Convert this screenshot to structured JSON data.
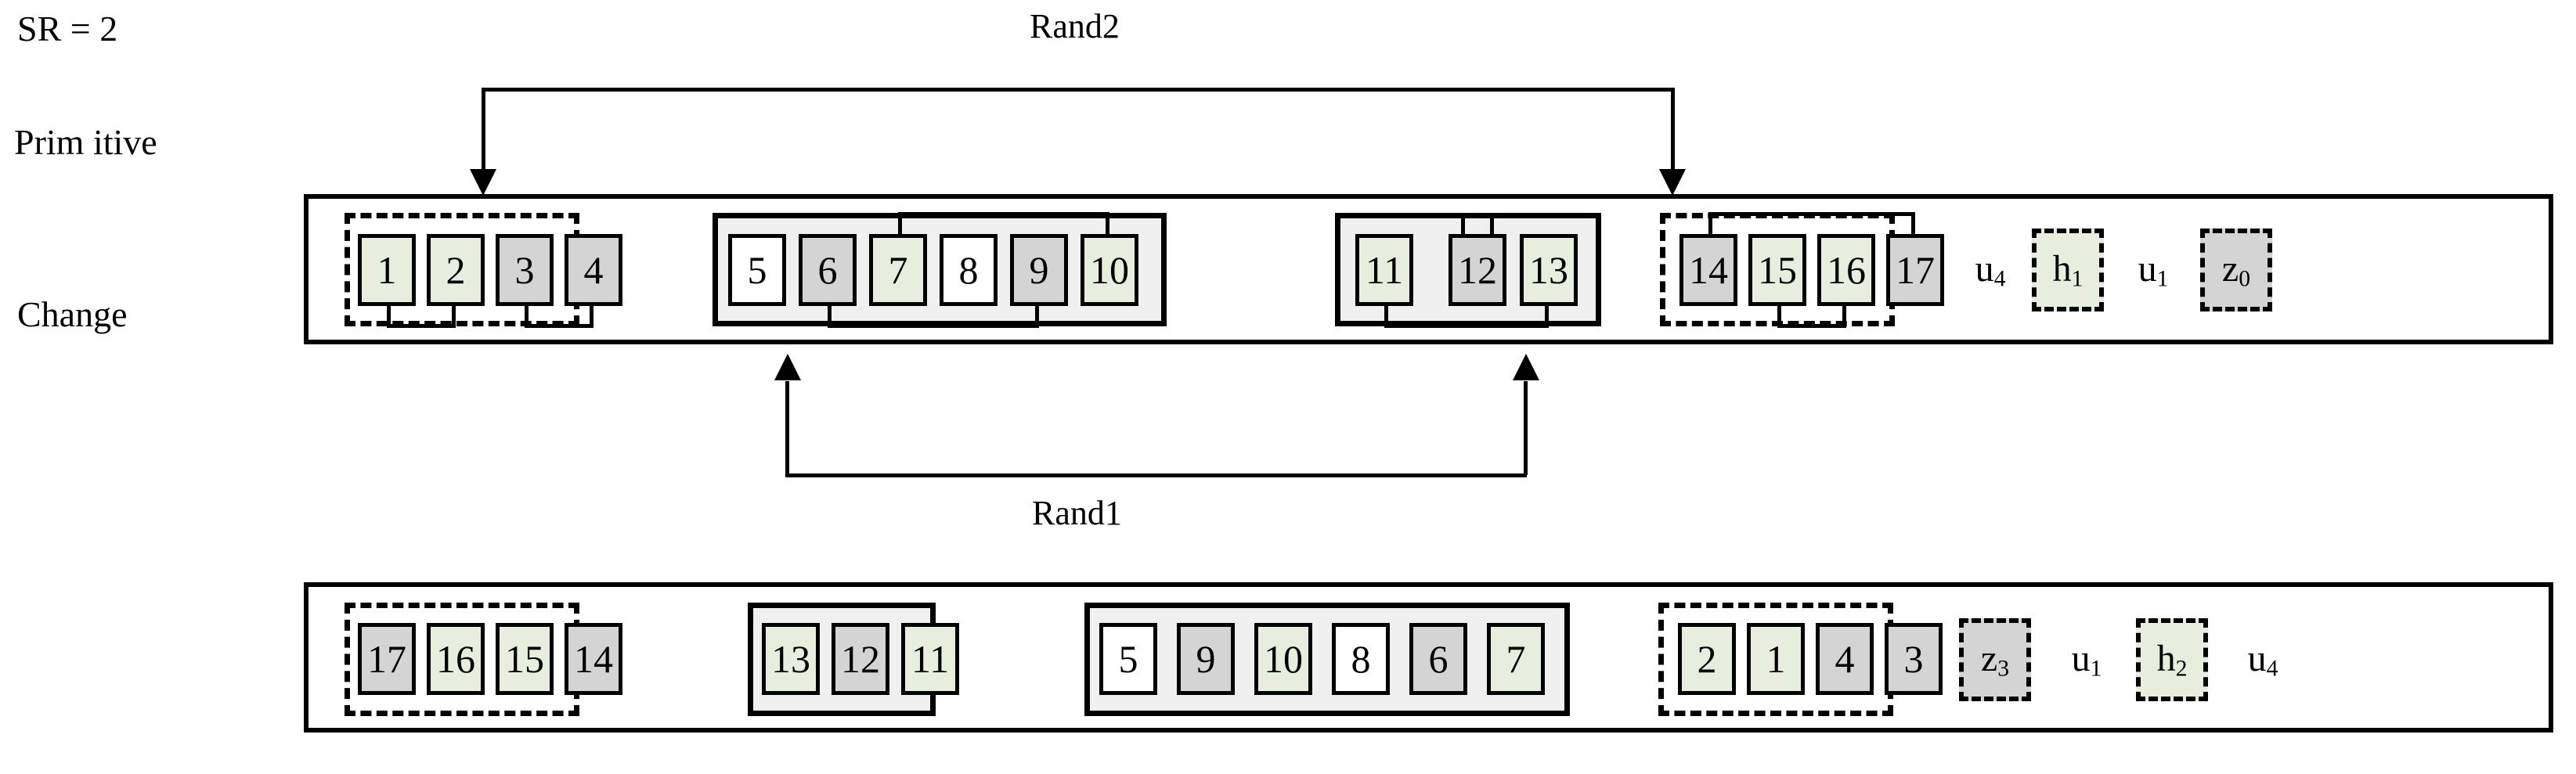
{
  "figure": {
    "sr_label": "SR = 2",
    "row_labels": {
      "primitive": "Prim itive",
      "change": "Change"
    },
    "connectors": {
      "rand2": "Rand2",
      "rand1": "Rand1"
    },
    "colors": {
      "green_fill": "#e7eedd",
      "gray_fill": "#d4d4d4",
      "white_fill": "#ffffff",
      "group_bg": "#f0f0f0",
      "stroke": "#000000"
    }
  },
  "primitive": {
    "groups": [
      {
        "id": "p-group-1",
        "border": "dashed",
        "cells": [
          {
            "label": "1",
            "fill": "green"
          },
          {
            "label": "2",
            "fill": "green"
          },
          {
            "label": "3",
            "fill": "gray"
          },
          {
            "label": "4",
            "fill": "gray"
          }
        ],
        "links_below": [
          [
            0,
            1
          ],
          [
            2,
            3
          ]
        ],
        "links_above": [],
        "self_loop": null
      },
      {
        "id": "p-group-2",
        "border": "solid",
        "cells": [
          {
            "label": "5",
            "fill": "white"
          },
          {
            "label": "6",
            "fill": "gray"
          },
          {
            "label": "7",
            "fill": "green"
          },
          {
            "label": "8",
            "fill": "white"
          },
          {
            "label": "9",
            "fill": "gray"
          },
          {
            "label": "10",
            "fill": "green"
          }
        ],
        "links_below": [
          [
            1,
            4
          ]
        ],
        "links_above": [
          [
            2,
            5
          ]
        ],
        "self_loop": null
      },
      {
        "id": "p-group-3",
        "border": "solid",
        "cells": [
          {
            "label": "11",
            "fill": "green"
          },
          {
            "label": "12",
            "fill": "gray"
          },
          {
            "label": "13",
            "fill": "green"
          }
        ],
        "links_below": [
          [
            0,
            2
          ]
        ],
        "links_above": [],
        "self_loop": 1
      },
      {
        "id": "p-group-4",
        "border": "dashed",
        "cells": [
          {
            "label": "14",
            "fill": "gray"
          },
          {
            "label": "15",
            "fill": "green"
          },
          {
            "label": "16",
            "fill": "green"
          },
          {
            "label": "17",
            "fill": "gray"
          }
        ],
        "links_below": [
          [
            1,
            2
          ]
        ],
        "links_above": [
          [
            0,
            3
          ]
        ],
        "self_loop": null
      }
    ],
    "tail": [
      {
        "kind": "plain",
        "base": "u",
        "sub": "4"
      },
      {
        "kind": "boxed",
        "base": "h",
        "sub": "1",
        "fill": "green"
      },
      {
        "kind": "plain",
        "base": "u",
        "sub": "1"
      },
      {
        "kind": "boxed",
        "base": "z",
        "sub": "0",
        "fill": "gray"
      }
    ]
  },
  "change": {
    "groups": [
      {
        "id": "c-group-1",
        "border": "dashed",
        "cells": [
          {
            "label": "17",
            "fill": "gray"
          },
          {
            "label": "16",
            "fill": "green"
          },
          {
            "label": "15",
            "fill": "green"
          },
          {
            "label": "14",
            "fill": "gray"
          }
        ]
      },
      {
        "id": "c-group-2",
        "border": "solid",
        "cells": [
          {
            "label": "13",
            "fill": "green"
          },
          {
            "label": "12",
            "fill": "gray"
          },
          {
            "label": "11",
            "fill": "green"
          }
        ]
      },
      {
        "id": "c-group-3",
        "border": "solid",
        "cells": [
          {
            "label": "5",
            "fill": "white"
          },
          {
            "label": "9",
            "fill": "gray"
          },
          {
            "label": "10",
            "fill": "green"
          },
          {
            "label": "8",
            "fill": "white"
          },
          {
            "label": "6",
            "fill": "gray"
          },
          {
            "label": "7",
            "fill": "green"
          }
        ]
      },
      {
        "id": "c-group-4",
        "border": "dashed",
        "cells": [
          {
            "label": "2",
            "fill": "green"
          },
          {
            "label": "1",
            "fill": "green"
          },
          {
            "label": "4",
            "fill": "gray"
          },
          {
            "label": "3",
            "fill": "gray"
          }
        ]
      }
    ],
    "tail": [
      {
        "kind": "boxed",
        "base": "z",
        "sub": "3",
        "fill": "gray"
      },
      {
        "kind": "plain",
        "base": "u",
        "sub": "1"
      },
      {
        "kind": "boxed",
        "base": "h",
        "sub": "2",
        "fill": "green"
      },
      {
        "kind": "plain",
        "base": "u",
        "sub": "4"
      }
    ]
  }
}
